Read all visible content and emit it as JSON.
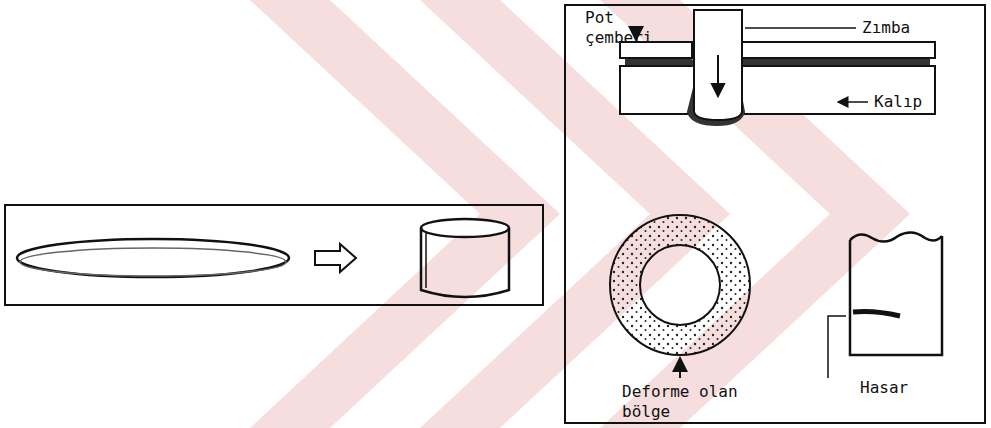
{
  "diagram": {
    "labels": [
      "Pot çemberi",
      "Zımba",
      "Kalıp",
      "Deforme olan bölge",
      "Hasar"
    ]
  }
}
